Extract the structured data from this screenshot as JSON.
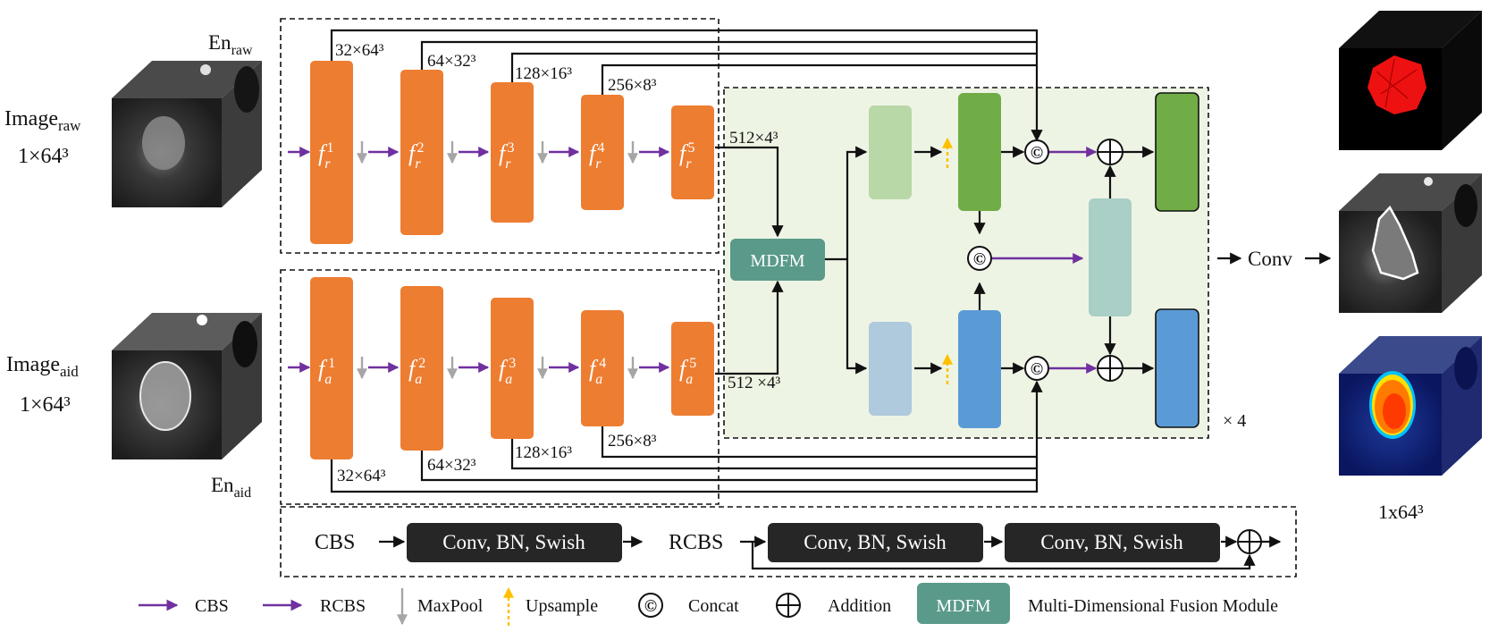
{
  "inputs": {
    "raw": {
      "label": "Image",
      "sub": "raw",
      "size": "1×64³"
    },
    "aid": {
      "label": "Image",
      "sub": "aid",
      "size": "1×64³"
    }
  },
  "encoders": {
    "raw": {
      "label": "En",
      "sub": "raw"
    },
    "aid": {
      "label": "En",
      "sub": "aid"
    }
  },
  "blocks": {
    "raw": [
      "f_r^1",
      "f_r^2",
      "f_r^3",
      "f_r^4",
      "f_r^5"
    ],
    "aid": [
      "f_a^1",
      "f_a^2",
      "f_a^3",
      "f_a^4",
      "f_a^5"
    ],
    "main": {
      "raw": "r",
      "aid": "a"
    },
    "sup": [
      "1",
      "2",
      "3",
      "4",
      "5"
    ]
  },
  "feature_sizes": [
    "32×64³",
    "64×32³",
    "128×16³",
    "256×8³",
    "512×4³"
  ],
  "bottleneck": {
    "raw": "512×4³",
    "aid": "512 ×4³"
  },
  "fusion": {
    "label": "MDFM",
    "repeat": "× 4",
    "concat_symbol": "©",
    "add_symbol": "⊕"
  },
  "output": {
    "conv": "Conv",
    "size": "1x64³"
  },
  "module_defs": {
    "cbs": "CBS",
    "rcbs": "RCBS",
    "block_text": "Conv, BN, Swish"
  },
  "legend": [
    {
      "icon": "purple-arrow-icon",
      "label": "CBS"
    },
    {
      "icon": "purple-arrow-icon",
      "label": "RCBS"
    },
    {
      "icon": "grey-down-arrow-icon",
      "label": "MaxPool"
    },
    {
      "icon": "yellow-up-dashed-arrow-icon",
      "label": "Upsample"
    },
    {
      "icon": "concat-icon",
      "label": "Concat"
    },
    {
      "icon": "addition-icon",
      "label": "Addition"
    },
    {
      "icon": "mdfm-badge",
      "label": "MDFM"
    },
    {
      "icon": "",
      "label": "Multi-Dimensional Fusion Module"
    }
  ],
  "colors": {
    "encoder_block": "#ed7d31",
    "mdfm": "#5a9a8a",
    "green_light": "#b8d8a8",
    "green_dark": "#70ad47",
    "blue_light": "#afc9dd",
    "blue_dark": "#5b9bd5",
    "teal_light": "#a9cfc6",
    "fusion_bg": "#eef4e4",
    "arrow_purple": "#7030a0",
    "arrow_grey": "#a6a6a6",
    "arrow_yellow": "#ffc000",
    "dark_box": "#262626"
  }
}
